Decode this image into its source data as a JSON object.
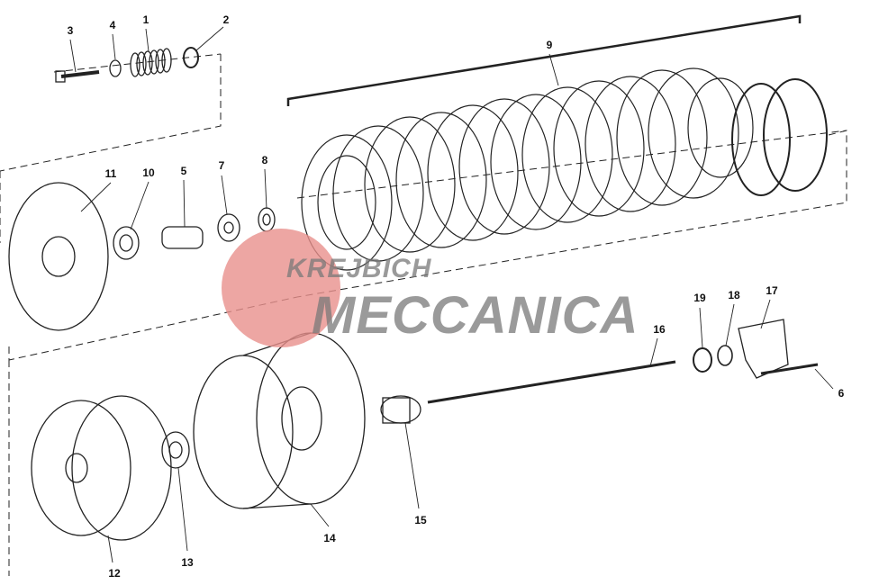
{
  "diagram": {
    "title": "Clutch exploded view",
    "part_numbers": [
      "1",
      "2",
      "3",
      "4",
      "5",
      "6",
      "7",
      "8",
      "9",
      "10",
      "11",
      "12",
      "13",
      "14",
      "15",
      "16",
      "17",
      "18",
      "19"
    ]
  },
  "watermark": {
    "line1": "KREJBICH",
    "line2": "MECCANICA",
    "accent": "#e8908c"
  }
}
